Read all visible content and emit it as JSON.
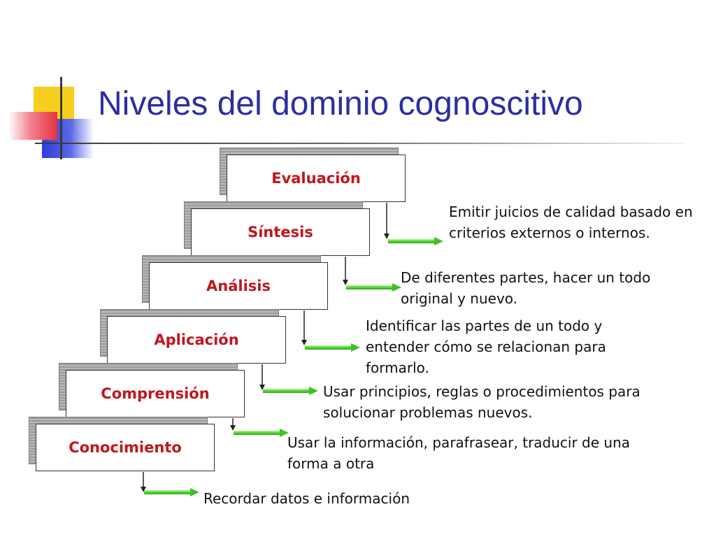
{
  "slide": {
    "title": "Niveles del dominio cognoscitivo"
  },
  "levels": [
    {
      "label": "Evaluación",
      "description": "Emitir juicios de calidad basado en criterios externos o internos."
    },
    {
      "label": "Síntesis",
      "description": "De diferentes partes, hacer un todo original y nuevo."
    },
    {
      "label": "Análisis",
      "description": "Identificar las partes de un todo y entender cómo se relacionan para formarlo."
    },
    {
      "label": "Aplicación",
      "description": "Usar principios, reglas o procedimientos para solucionar problemas nuevos."
    },
    {
      "label": "Comprensión",
      "description": "Usar la información, parafrasear, traducir de una forma a otra"
    },
    {
      "label": "Conocimiento",
      "description": "Recordar datos e información"
    }
  ],
  "colors": {
    "title": "#2b2f9e",
    "step_label": "#c0161d",
    "arrow": "#4fd62e",
    "deco_yellow": "#f6cf1e",
    "deco_blue": "#2f3fd8",
    "deco_red": "#e8303e"
  }
}
